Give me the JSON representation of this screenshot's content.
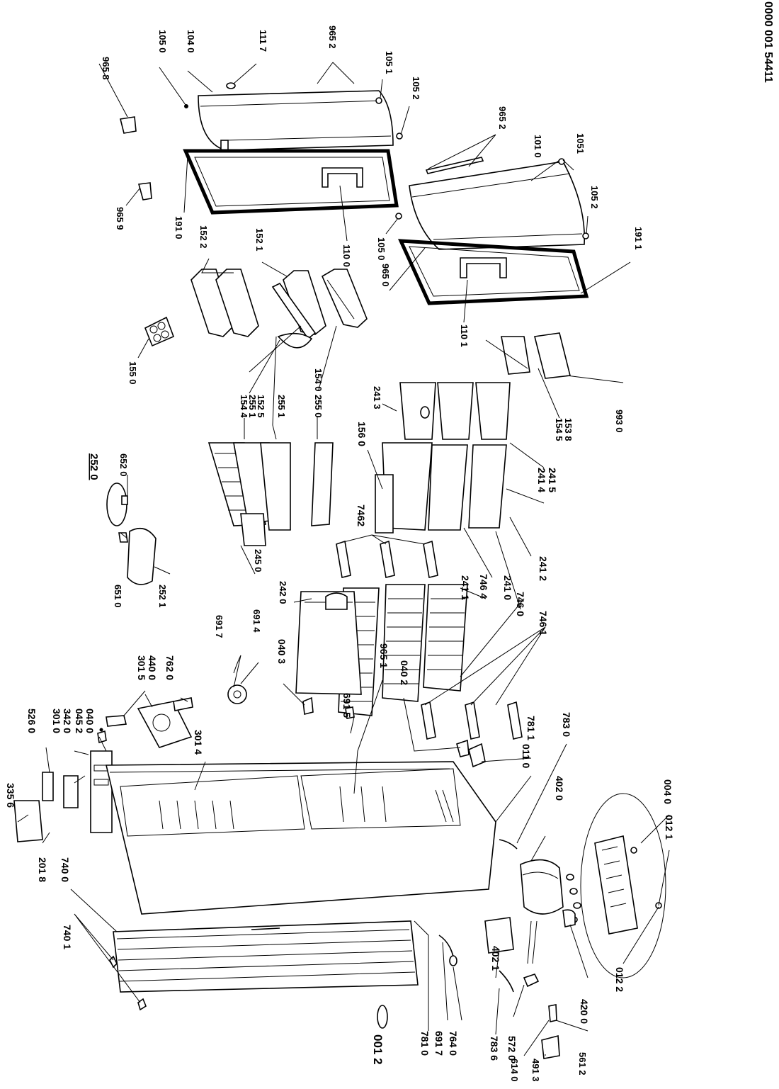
{
  "document_number": "0000 001 54411",
  "callouts": {
    "c9658": "965 8",
    "c1050a": "105 0",
    "c1040": "104 0",
    "c1117": "111 7",
    "c9652a": "965 2",
    "c1051a": "105 1",
    "c1052a": "105 2",
    "c9652b": "965 2",
    "c1010": "101 0",
    "c1051b": "1051",
    "c1052b": "105 2",
    "c1911": "191 1",
    "c9659": "965 9",
    "c1910": "191 0",
    "c1522": "152 2",
    "c1521": "152 1",
    "c1100": "110 0",
    "c1050b": "105 0",
    "c9650": "965 0",
    "c1101": "110 1",
    "c1550": "155 0",
    "c1544": "154 4",
    "c2551a": "255 1",
    "c1525": "152 5",
    "c2551b": "255 1",
    "c2550": "255 0",
    "c1540": "154 0",
    "c2413": "241 3",
    "c1560": "156 0",
    "c1545": "154 5",
    "c1538": "153 8",
    "c9930": "993 0",
    "c2520": "252 0",
    "c6520": "652 0",
    "c6510": "651 0",
    "c2521": "252 1",
    "c2450": "245 0",
    "c7462": "7462",
    "c2414": "241 4",
    "c2415": "241 5",
    "c2412": "241 2",
    "c2411": "241 1",
    "c7464": "746 4",
    "c2410": "241 0",
    "c7460": "746 0",
    "c7461": "746 1",
    "c2420": "242 0",
    "c6917a": "691 7",
    "c6914": "691 4",
    "c0403": "040 3",
    "c6915": "691 5",
    "c9651": "965 1",
    "c0402": "040 2",
    "c7811": "781 1",
    "c7830": "783 0",
    "c5260": "526 0",
    "c3010": "301 0",
    "c3420": "342 0",
    "c0452": "045 2",
    "c0400": "040 0",
    "c3015": "301 5",
    "c4400": "440 0",
    "c7620": "762 0",
    "c3014": "301 4",
    "c0110": "011 0",
    "c3356": "335 6",
    "c2018": "201 8",
    "c7400": "740 0",
    "c7401": "740 1",
    "c4020": "402 0",
    "c0040": "004 0",
    "c0121": "012 1",
    "c4021": "402 1",
    "c7810": "781 0",
    "c6917b": "691 7",
    "c7640": "764 0",
    "c7836": "783 6",
    "c5720": "572 0",
    "c4200": "420 0",
    "c0122": "012 2",
    "c0012": "001 2",
    "c6140": "614 0",
    "c4913": "491 3",
    "c5612": "561 2"
  }
}
